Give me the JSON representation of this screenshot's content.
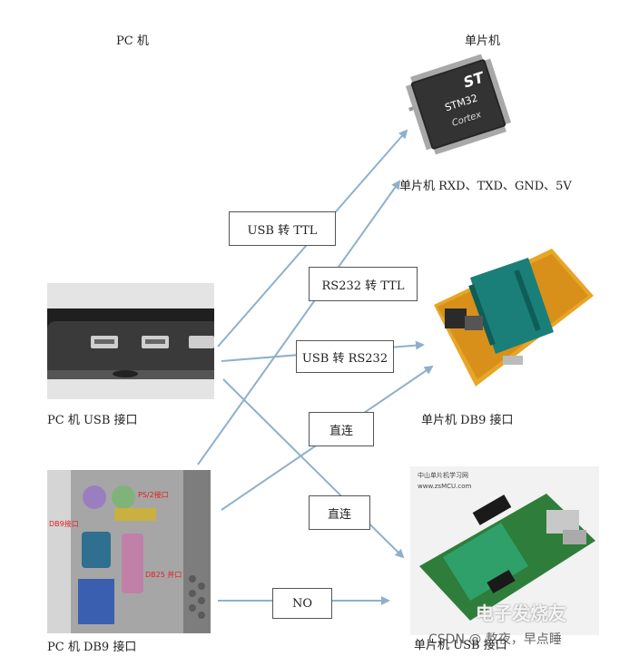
{
  "headers": {
    "pc": "PC 机",
    "mcu": "单片机"
  },
  "labels": {
    "mcu_pins": "单片机 RXD、TXD、GND、5V",
    "pc_usb": "PC 机 USB 接口",
    "mcu_db9": "单片机 DB9 接口",
    "pc_db9": "PC 机 DB9 接口",
    "mcu_usb": "单片机 USB 接口"
  },
  "boxes": {
    "usb_ttl": "USB 转 TTL",
    "rs232_ttl": "RS232 转 TTL",
    "usb_rs232": "USB 转 RS232",
    "direct1": "直连",
    "direct2": "直连",
    "no": "NO"
  },
  "chip": {
    "brand": "ST",
    "model": "STM32",
    "core": "Cortex"
  },
  "db9_panel": {
    "ps2": "PS/2接口",
    "db9": "DB9接口",
    "db25": "DB25 并口"
  },
  "board3": {
    "title": "中山单片机学习网",
    "url": "www.zsMCU.com"
  },
  "watermark": {
    "logo": "电子发烧友",
    "credit": "CSDN @ 熬夜，早点睡"
  },
  "colors": {
    "arrow": "#8fb0cc",
    "box_border": "#555555"
  }
}
